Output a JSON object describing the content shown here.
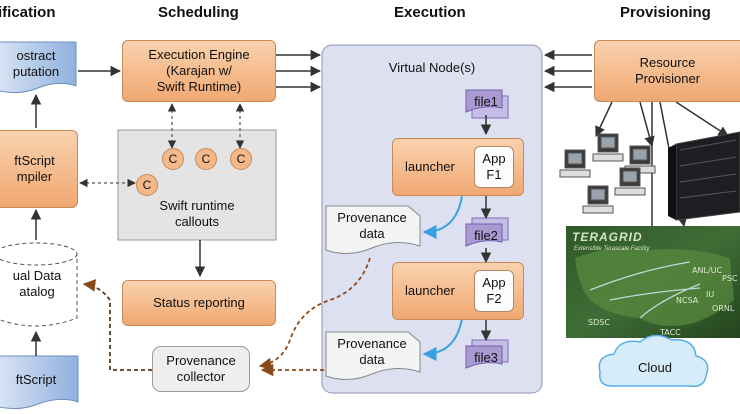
{
  "headers": {
    "specification": "ification",
    "scheduling": "Scheduling",
    "execution": "Execution",
    "provisioning": "Provisioning"
  },
  "abstract_computation": [
    "ostract",
    "putation"
  ],
  "swiftscript_compiler": [
    "ftScript",
    "mpiler"
  ],
  "virtual_data_catalog": [
    "ual Data",
    "atalog"
  ],
  "swiftscript_bottom": "ftScript",
  "execution_engine": [
    "Execution Engine",
    "(Karajan w/",
    "Swift Runtime)"
  ],
  "callout_circle": "C",
  "runtime_callouts": [
    "Swift runtime",
    "callouts"
  ],
  "status_reporting": "Status reporting",
  "provenance_collector": [
    "Provenance",
    "collector"
  ],
  "virtual_node": "Virtual Node(s)",
  "files": [
    "file1",
    "file2",
    "file3"
  ],
  "launcher": "launcher",
  "app1": [
    "App",
    "F1"
  ],
  "app2": [
    "App",
    "F2"
  ],
  "provenance_data": [
    "Provenance",
    "data"
  ],
  "resource_provisioner": [
    "Resource",
    "Provisioner"
  ],
  "teragrid": {
    "title": "TERAGRID",
    "subtitle": "Extensible Terascale Facility",
    "sites": [
      "NCSA",
      "ORNL",
      "SDSC",
      "PSC",
      "TACC",
      "ANL/UC",
      "IU"
    ]
  },
  "cloud": "Cloud",
  "colors": {
    "orange_fill": "#f0a872",
    "virtual_node_fill": "#dde0f0",
    "provenance_arrow": "#8b4a1a",
    "blue_arrow": "#3aa0e0",
    "purple_file": "#a99ad2",
    "blue_wave": "#9cb7e0"
  }
}
